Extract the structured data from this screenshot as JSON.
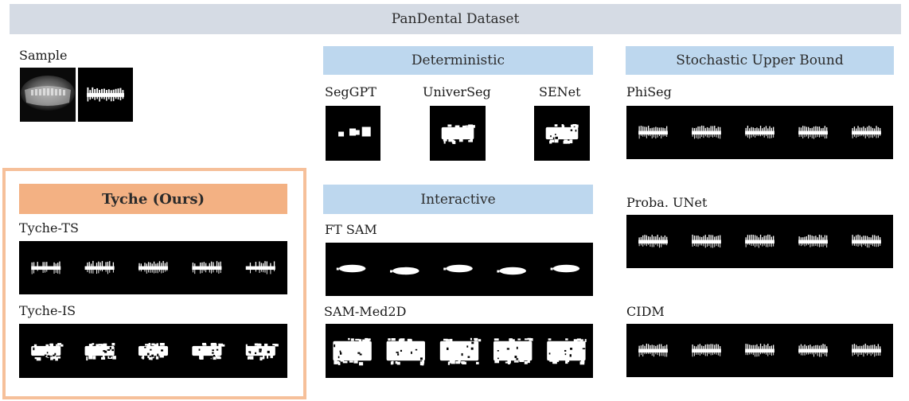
{
  "title": "PanDental Dataset",
  "sample": {
    "label": "Sample"
  },
  "deterministic": {
    "header": "Deterministic",
    "methods": [
      "SegGPT",
      "UniverSeg",
      "SENet"
    ]
  },
  "stochastic": {
    "header": "Stochastic Upper Bound",
    "methods": [
      "PhiSeg",
      "Proba. UNet",
      "CIDM"
    ]
  },
  "interactive": {
    "header": "Interactive",
    "methods": [
      "FT SAM",
      "SAM-Med2D"
    ]
  },
  "tyche": {
    "header": "Tyche (Ours)",
    "methods": [
      "Tyche-TS",
      "Tyche-IS"
    ]
  },
  "colors": {
    "title_bg": "#d5dbe4",
    "header_blue": "#bdd7ee",
    "tyche_orange": "#f3b183",
    "tyche_border": "#f6c09a",
    "mask_bg": "#000000",
    "mask_fg": "#ffffff"
  }
}
